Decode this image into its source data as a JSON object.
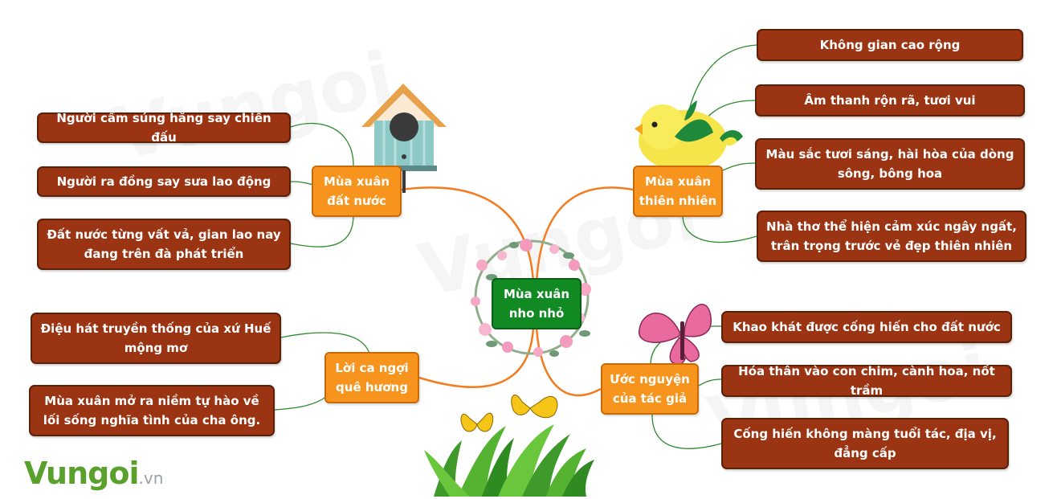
{
  "central": "Mùa xuân nho nhỏ",
  "branches": [
    {
      "label": "Mùa xuân đất nước",
      "items": [
        "Người cầm súng hăng say chiến đấu",
        "Người ra đồng say sưa lao động",
        "Đất nước từng vất vả, gian lao nay đang trên đà phát triển"
      ]
    },
    {
      "label": "Mùa xuân thiên nhiên",
      "items": [
        "Không gian cao rộng",
        "Âm thanh rộn rã, tươi vui",
        "Màu sắc tươi sáng, hài hòa của dòng sông, bông hoa",
        "Nhà thơ thể hiện cảm xúc ngây ngất, trân trọng trước vẻ đẹp thiên nhiên"
      ]
    },
    {
      "label": "Lời ca ngợi quê hương",
      "items": [
        "Điệu hát truyền thống của xứ Huế mộng mơ",
        "Mùa xuân mở ra niềm tự hào về lối sống nghĩa tình của cha ông."
      ]
    },
    {
      "label": "Ước nguyện của tác giả",
      "items": [
        "Khao khát được cống hiến cho đất nước",
        "Hóa thân vào con chim, cành hoa, nốt trầm",
        "Cống hiến không màng tuổi tác, địa vị, đẳng cấp"
      ]
    }
  ],
  "logo": {
    "main": "Vungoi",
    "suffix": ".vn"
  },
  "colors": {
    "leaf": "#9a3412",
    "branch": "#f7941d",
    "central": "#128a24",
    "main_connector": "#f47c20",
    "leaf_connector": "#2e8b2e"
  },
  "icons": [
    "birdhouse-icon",
    "yellow-bird-icon",
    "wreath-icon",
    "pink-butterfly-icon",
    "grass-butterflies-icon"
  ]
}
